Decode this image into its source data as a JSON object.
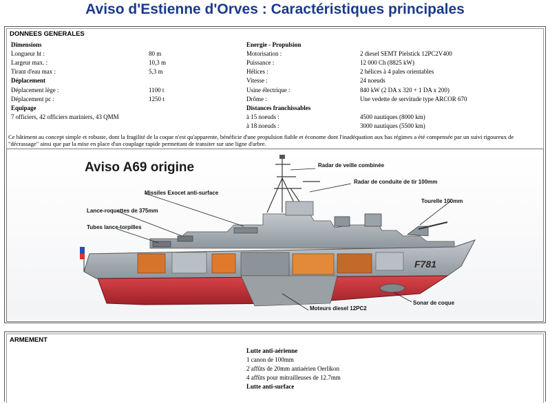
{
  "title": "Aviso d'Estienne d'Orves : Caractéristiques principales",
  "general": {
    "header": "DONNEES GENERALES",
    "dimensions": {
      "heading": "Dimensions",
      "rows": [
        {
          "label": "Longueur ht :",
          "value": "80 m"
        },
        {
          "label": "Largeur max. :",
          "value": "10,3 m"
        },
        {
          "label": "Tirant d'eau max :",
          "value": "5,3 m"
        }
      ]
    },
    "deplacement": {
      "heading": "Déplacement",
      "rows": [
        {
          "label": "Déplacement lège :",
          "value": "1100 t"
        },
        {
          "label": "Déplacement pc :",
          "value": "1250 t"
        }
      ]
    },
    "equipage": {
      "heading": "Equipage",
      "text": "7 officiers, 42 officiers mariniers, 43 QMM"
    },
    "energie": {
      "heading": "Energie - Propulsion",
      "rows": [
        {
          "label": "Motorisation :",
          "value": "2 diesel SEMT Pielstick 12PC2V400"
        },
        {
          "label": "Puissance :",
          "value": "12 000 Ch (8825 kW)"
        },
        {
          "label": "Hélices :",
          "value": "2 hélices à 4 pales orientables"
        },
        {
          "label": "Vitesse :",
          "value": "24 noeuds"
        },
        {
          "label": "Usine électrique :",
          "value": "840 kW (2 DA x 320 + 1 DA x 200)"
        },
        {
          "label": "Drôme :",
          "value": "Une vedette de servitude type ARCOR 670"
        }
      ]
    },
    "distances": {
      "heading": "Distances franchissables",
      "rows": [
        {
          "label": "à 15 noeuds :",
          "value": "4500 nautiques (8000 km)"
        },
        {
          "label": "à 18 noeuds :",
          "value": "3000 nautiques (5500 km)"
        }
      ]
    },
    "description": "Ce bâtiment au concept simple et robuste, dont la fragilité de la coque n'est qu'apparente, bénéficie d'une propulsion fiable et économe dont l'inadéquation aux bas régimes a été compensée par un suivi rigoureux de \"décrassage\" ainsi que par la mise en place d'un couplage rapide permettant de transiter sur une ligne d'arbre."
  },
  "figure": {
    "title": "Aviso A69 origine",
    "hull_number": "F781",
    "labels": {
      "radar_veille": "Radar de veille combinée",
      "radar_tir": "Radar de conduite de tir 100mm",
      "missiles": "Missiles Exocet anti-surface",
      "lance_roquettes": "Lance-roquettes de 375mm",
      "tourelle": "Tourelle 100mm",
      "tubes": "Tubes lance-torpilles",
      "moteurs": "Moteurs diesel 12PC2",
      "sonar": "Sonar de coque"
    },
    "colors": {
      "hull_grey": "#9aa3aa",
      "hull_red": "#c8343b",
      "cutaway_orange": "#e07a2a"
    }
  },
  "armement": {
    "header": "ARMEMENT",
    "anti_air_heading": "Lutte anti-aérienne",
    "anti_air": [
      "1 canon de 100mm",
      "2 affûts de 20mm antiaérien Oerlikon",
      "4 affûts pour mitrailleuses de 12.7mm"
    ],
    "anti_surface_heading": "Lutte anti-surface"
  }
}
